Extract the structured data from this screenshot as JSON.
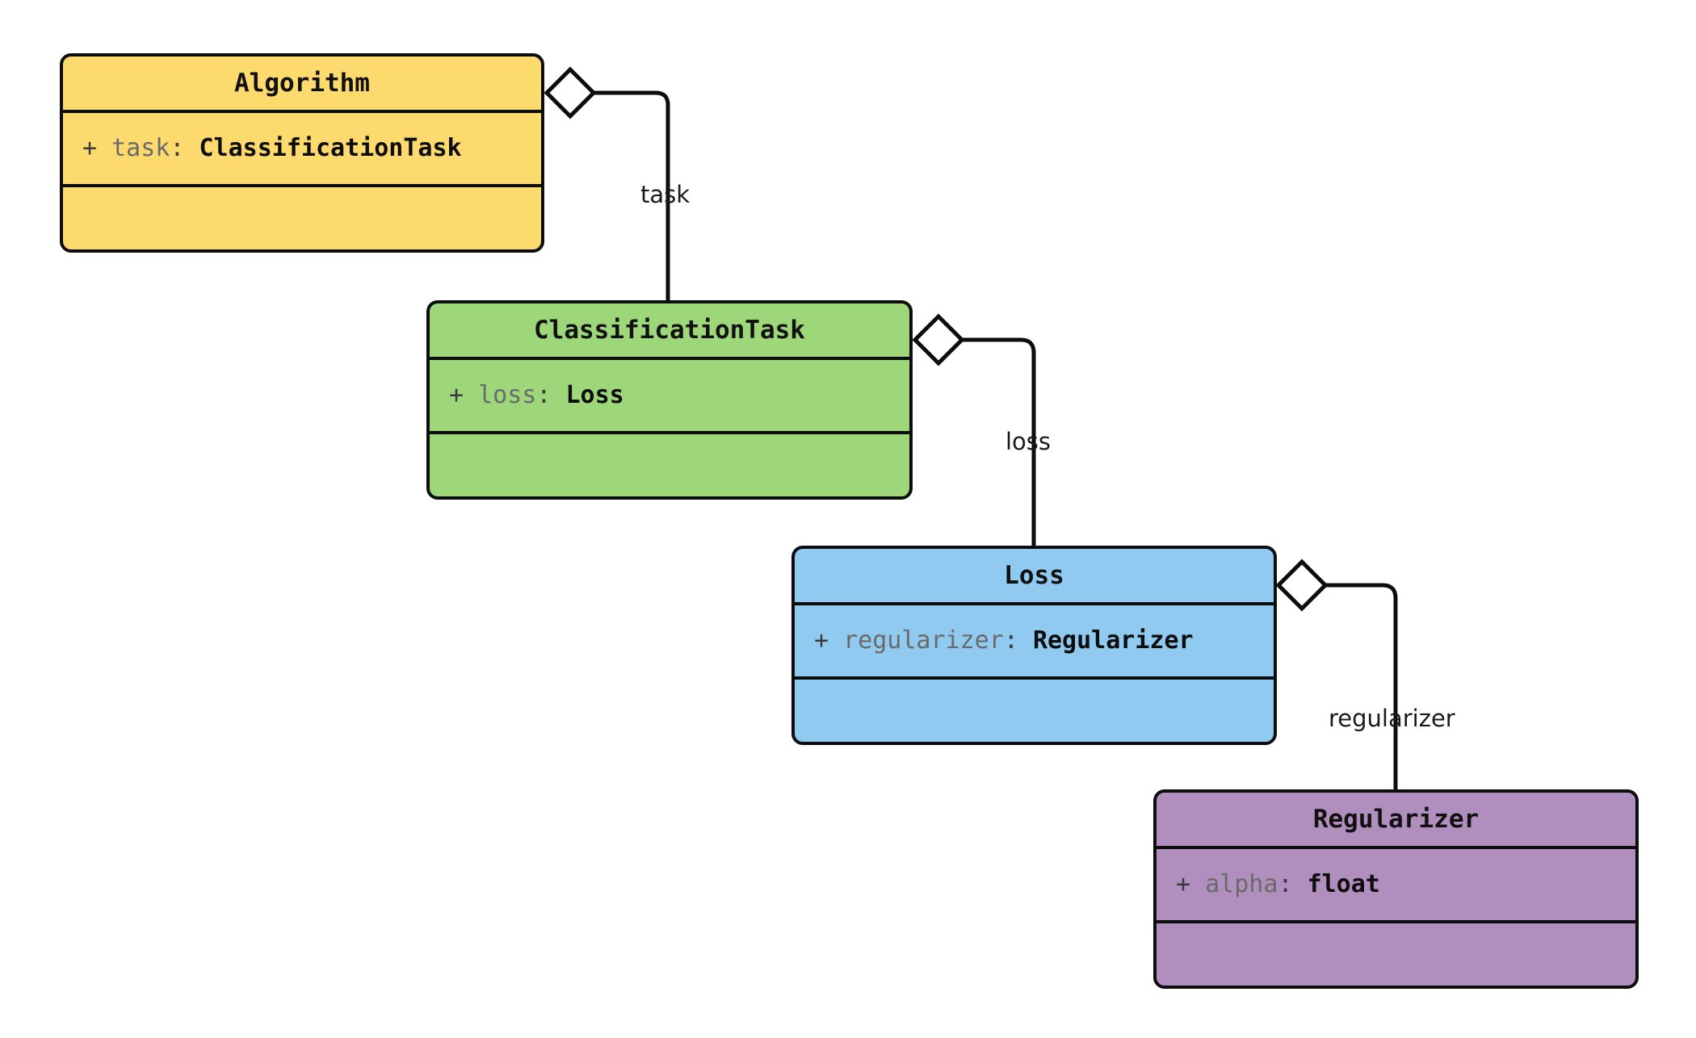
{
  "diagram": {
    "type": "uml-class-diagram",
    "background": "#ffffff",
    "stroke_color": "#0d0d0d"
  },
  "classes": [
    {
      "id": "algorithm",
      "name": "Algorithm",
      "fill": "#FCDA6E",
      "attributes": [
        {
          "visibility": "+",
          "name": "task",
          "separator": ":",
          "type": "ClassificationTask"
        }
      ],
      "methods": []
    },
    {
      "id": "classificationtask",
      "name": "ClassificationTask",
      "fill": "#9DD77A",
      "attributes": [
        {
          "visibility": "+",
          "name": "loss",
          "separator": ":",
          "type": "Loss"
        }
      ],
      "methods": []
    },
    {
      "id": "loss",
      "name": "Loss",
      "fill": "#90CAF0",
      "attributes": [
        {
          "visibility": "+",
          "name": "regularizer",
          "separator": ":",
          "type": "Regularizer"
        }
      ],
      "methods": []
    },
    {
      "id": "regularizer",
      "name": "Regularizer",
      "fill": "#B08FBF",
      "attributes": [
        {
          "visibility": "+",
          "name": "alpha",
          "separator": ":",
          "type": "float"
        }
      ],
      "methods": []
    }
  ],
  "relations": [
    {
      "id": "task",
      "label": "task",
      "from": "algorithm",
      "to": "classificationtask",
      "kind": "aggregation"
    },
    {
      "id": "loss",
      "label": "loss",
      "from": "classificationtask",
      "to": "loss",
      "kind": "aggregation"
    },
    {
      "id": "regularizer",
      "label": "regularizer",
      "from": "loss",
      "to": "regularizer",
      "kind": "aggregation"
    }
  ]
}
